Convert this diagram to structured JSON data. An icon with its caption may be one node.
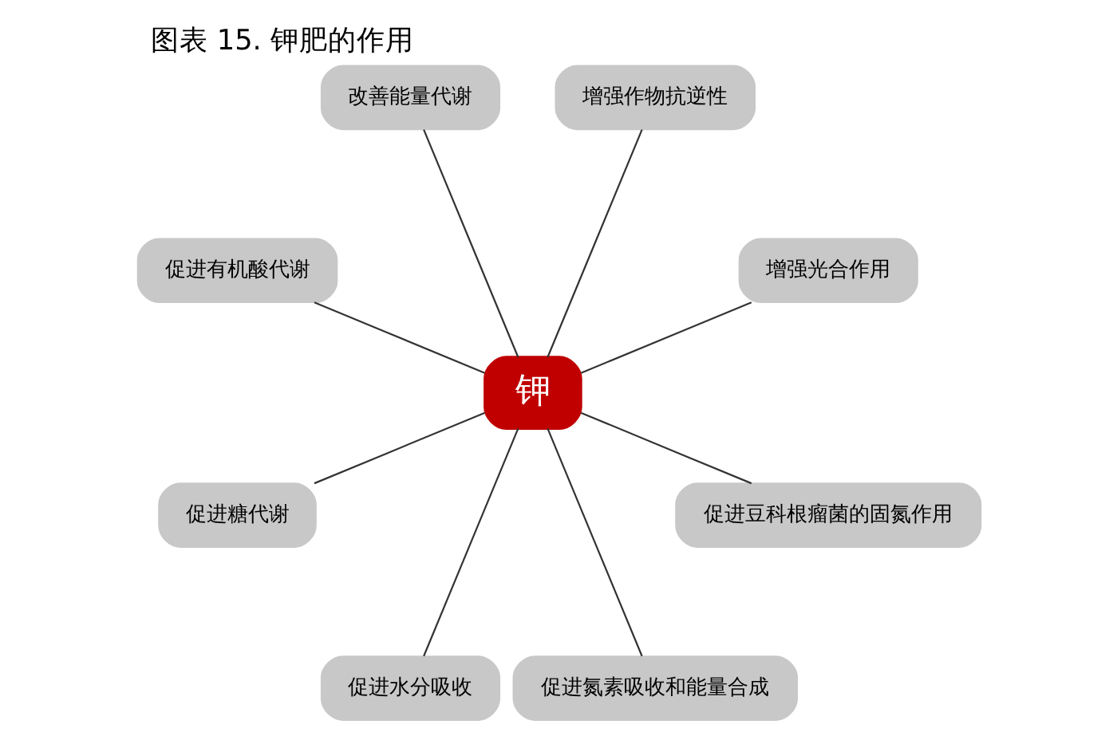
{
  "diagram": {
    "title": "图表 15. 钾肥的作用",
    "nodes": [
      {
        "text": [
          "钾"
        ]
      },
      {
        "text": [
          "增强光合作用"
        ]
      },
      {
        "text": [
          "增强作物抗逆性"
        ]
      },
      {
        "text": [
          "改善能量代谢"
        ]
      },
      {
        "text": [
          "促进有机酸代谢"
        ]
      },
      {
        "text": [
          "促进糖代谢"
        ]
      },
      {
        "text": [
          "促进水分吸收"
        ]
      },
      {
        "text": [
          "促进氮素吸收和能量合成"
        ]
      },
      {
        "text": [
          "促进豆科根瘤菌的固氮作用"
        ]
      }
    ],
    "edges": [
      {
        "from": 0,
        "to": 1,
        "arrow": "none"
      },
      {
        "from": 0,
        "to": 3,
        "arrow": "none"
      },
      {
        "from": 0,
        "to": 5,
        "arrow": "none"
      },
      {
        "from": 0,
        "to": 7,
        "arrow": "none"
      },
      {
        "from": 0,
        "to": 8,
        "arrow": "none"
      },
      {
        "from": 0,
        "to": 6,
        "arrow": "none"
      },
      {
        "from": 0,
        "to": 4,
        "arrow": "none"
      },
      {
        "from": 0,
        "to": 2,
        "arrow": "none"
      }
    ]
  }
}
